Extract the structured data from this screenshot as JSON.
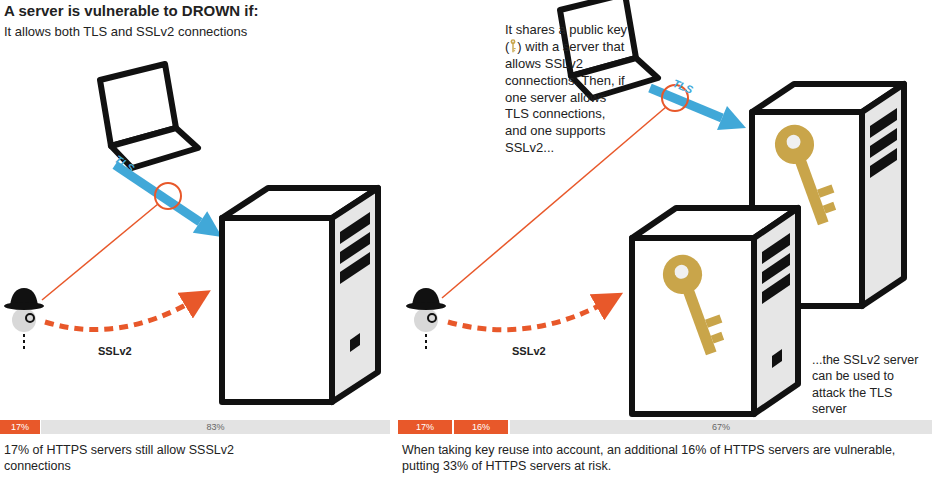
{
  "diagram": {
    "title": "A server is vulnerable to DROWN if:",
    "nodes": [
      {
        "text": [
          "17%"
        ]
      },
      {
        "text": [
          "83%"
        ]
      },
      {
        "text": [
          "17%"
        ]
      },
      {
        "text": [
          "16%"
        ]
      },
      {
        "text": [
          "67%"
        ]
      }
    ],
    "labels": [
      "It allows both TLS and SSLv2 connections",
      "TLS",
      "SSLv2",
      "17% of HTTPS servers still allow SSSLv2 connections",
      "It shares a public key (",
      ") with a server that allows SSLv2 connections. Then, if one server allows TLS connections, and one supports SSLv2...",
      "TLS",
      "SSLv2",
      "...the SSLv2 server can be used to attack the TLS server",
      "When taking key reuse into account, an additional 16% of HTTPS servers are vulnerable, putting 33% of HTTPS servers at risk."
    ]
  }
}
